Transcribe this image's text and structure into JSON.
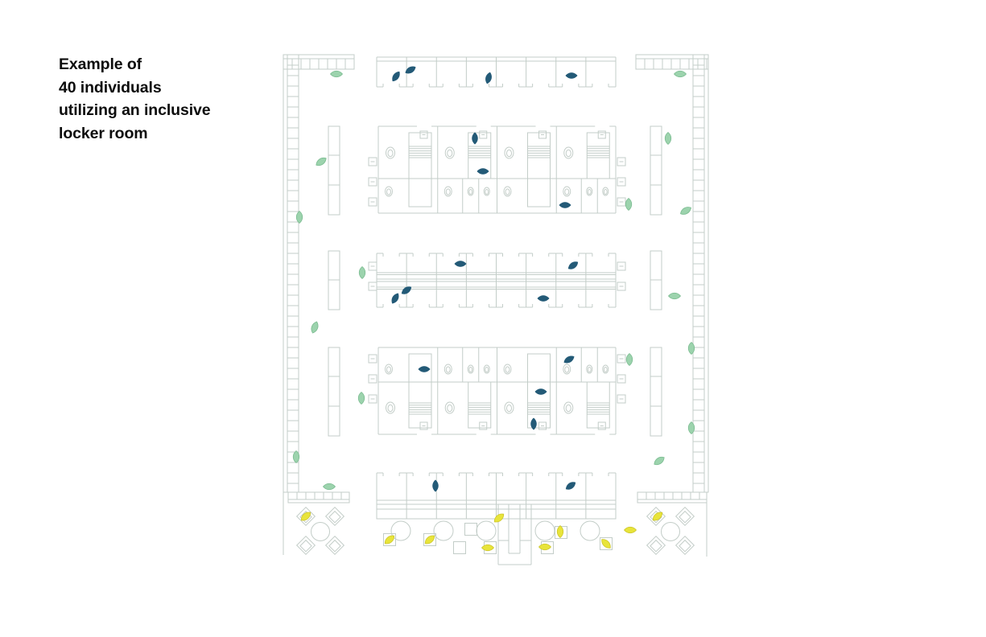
{
  "title": {
    "lines": [
      "Example of",
      "40 individuals",
      "utilizing an inclusive",
      "locker room"
    ]
  },
  "colors": {
    "background": "#ffffff",
    "line": "#c3cdc8",
    "title_text": "#0c0c0c",
    "person_navy": "#235a77",
    "person_green": "#9cd3ad",
    "person_green_stroke": "#7abb90",
    "person_yellow": "#e8e43a",
    "person_yellow_stroke": "#cbc52c"
  },
  "people": {
    "navy": [
      [
        492,
        95,
        -55
      ],
      [
        510,
        87,
        -30
      ],
      [
        607,
        97,
        -75
      ],
      [
        710,
        94,
        0
      ],
      [
        590,
        172,
        90
      ],
      [
        600,
        213,
        0
      ],
      [
        702,
        255,
        0
      ],
      [
        572,
        328,
        0
      ],
      [
        712,
        330,
        -35
      ],
      [
        505,
        361,
        -35
      ],
      [
        491,
        371,
        -60
      ],
      [
        675,
        371,
        0
      ],
      [
        527,
        459,
        0
      ],
      [
        707,
        447,
        -30
      ],
      [
        672,
        487,
        0
      ],
      [
        663,
        527,
        90
      ],
      [
        541,
        604,
        90
      ],
      [
        709,
        604,
        -35
      ]
    ],
    "green": [
      [
        418,
        92,
        0
      ],
      [
        845,
        92,
        0
      ],
      [
        399,
        201,
        -35
      ],
      [
        830,
        172,
        90
      ],
      [
        372,
        270,
        90
      ],
      [
        781,
        254,
        90
      ],
      [
        852,
        262,
        -30
      ],
      [
        450,
        339,
        90
      ],
      [
        838,
        368,
        0
      ],
      [
        391,
        407,
        -70
      ],
      [
        449,
        495,
        90
      ],
      [
        782,
        447,
        90
      ],
      [
        859,
        433,
        90
      ],
      [
        859,
        532,
        90
      ],
      [
        819,
        573,
        -35
      ],
      [
        368,
        568,
        90
      ],
      [
        409,
        605,
        0
      ]
    ],
    "yellow": [
      [
        380,
        642,
        -40
      ],
      [
        817,
        642,
        -40
      ],
      [
        783,
        659,
        0
      ],
      [
        484,
        671,
        -40
      ],
      [
        534,
        671,
        -40
      ],
      [
        620,
        644,
        -40
      ],
      [
        606,
        681,
        0
      ],
      [
        677,
        680,
        0
      ],
      [
        696,
        661,
        90
      ],
      [
        753,
        676,
        45
      ]
    ]
  }
}
